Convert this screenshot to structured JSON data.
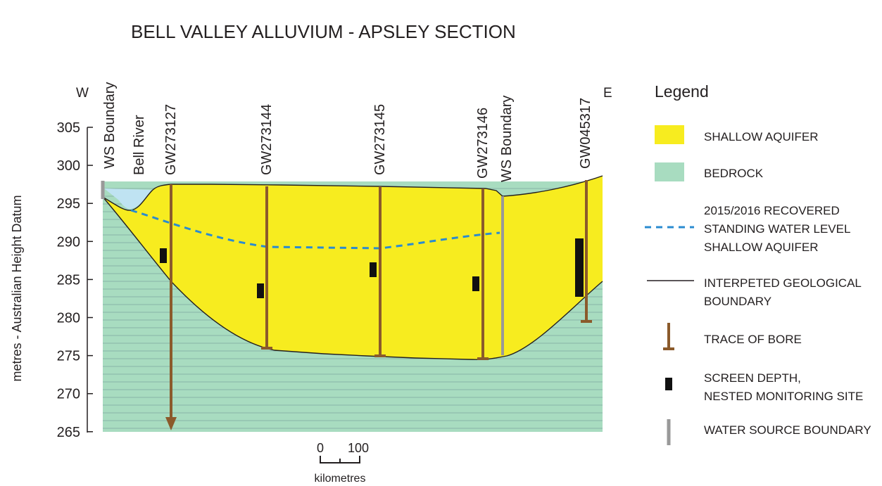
{
  "title": "BELL VALLEY ALLUVIUM - APSLEY SECTION",
  "compass": {
    "west": "W",
    "east": "E"
  },
  "y_axis": {
    "label": "metres - Australian Height Datum",
    "ticks": [
      "305",
      "300",
      "295",
      "290",
      "285",
      "280",
      "275",
      "270",
      "265"
    ]
  },
  "section_labels": {
    "ws_boundary_west": "WS Boundary",
    "bell_river": "Bell River",
    "ws_boundary_east": "WS Boundary"
  },
  "bores": [
    {
      "id": "GW273127"
    },
    {
      "id": "GW273144"
    },
    {
      "id": "GW273145"
    },
    {
      "id": "GW273146"
    },
    {
      "id": "GW045317"
    }
  ],
  "scale_bar": {
    "zero": "0",
    "max": "100",
    "unit": "kilometres"
  },
  "legend": {
    "title": "Legend",
    "items": [
      {
        "key": "shallow_aquifer",
        "label_lines": [
          "SHALLOW AQUIFER"
        ]
      },
      {
        "key": "bedrock",
        "label_lines": [
          "BEDROCK"
        ]
      },
      {
        "key": "water_level",
        "label_lines": [
          "2015/2016 RECOVERED",
          "STANDING WATER LEVEL",
          "SHALLOW AQUIFER"
        ]
      },
      {
        "key": "geo_boundary",
        "label_lines": [
          "INTERPETED GEOLOGICAL",
          "BOUNDARY"
        ]
      },
      {
        "key": "bore_trace",
        "label_lines": [
          "TRACE OF BORE"
        ]
      },
      {
        "key": "screen_depth",
        "label_lines": [
          "SCREEN DEPTH,",
          "NESTED MONITORING SITE"
        ]
      },
      {
        "key": "ws_boundary",
        "label_lines": [
          "WATER SOURCE BOUNDARY"
        ]
      }
    ]
  },
  "colors": {
    "aquifer": "#f7ec1f",
    "bedrock": "#a8dcc0",
    "bedrock_hatch": "#7fa9a0",
    "river_water": "#bfe3f2",
    "water_level": "#2a8bd0",
    "bore": "#8b5a2b",
    "screen": "#111111",
    "ws_boundary": "#999999",
    "outline": "#231f20"
  }
}
